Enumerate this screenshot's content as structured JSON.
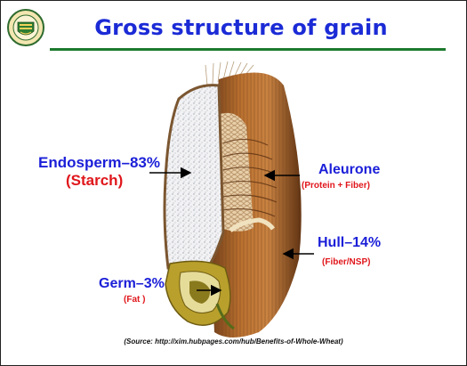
{
  "slide": {
    "title": "Gross structure of grain",
    "logo_icon": "university-seal-icon"
  },
  "labels": {
    "endosperm": {
      "name": "Endosperm–83%",
      "component": "(Starch)"
    },
    "aleurone": {
      "name": "Aleurone",
      "component": "(Protein + Fiber)"
    },
    "hull": {
      "name": "Hull–14%",
      "component": "(Fiber/NSP)"
    },
    "germ": {
      "name": "Germ–3%",
      "component": "(Fat )"
    }
  },
  "source": "(Source: http://xim.hubpages.com/hub/Benefits-of-Whole-Wheat)",
  "colors": {
    "title": "#1b2bd6",
    "label_blue": "#1b1fd8",
    "label_red": "#e0161b",
    "title_rule": "#1d7a2e"
  }
}
